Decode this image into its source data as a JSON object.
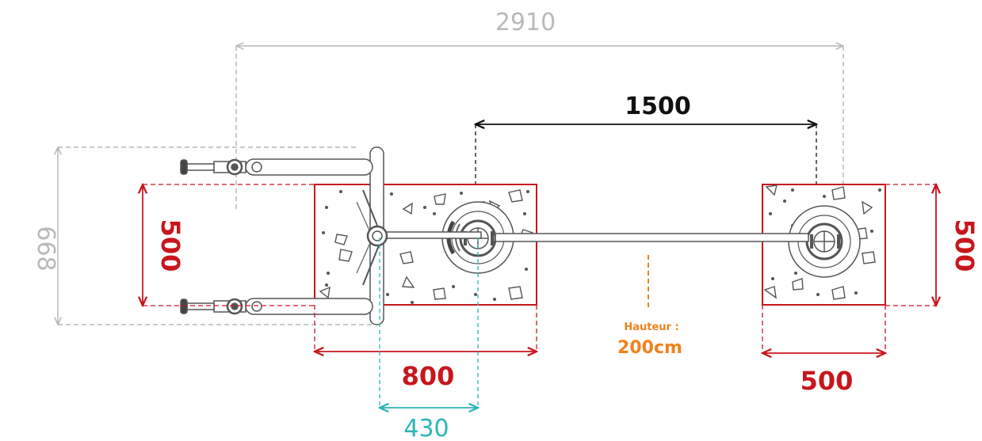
{
  "colors": {
    "gray": "#b9b9b9",
    "black": "#111111",
    "red": "#c8161d",
    "teal": "#2cb5b5",
    "orange": "#f0821e",
    "equipment": "#555555"
  },
  "dimensions": {
    "total_length": "2910",
    "post_spacing": "1500",
    "total_width": "668",
    "left_footing_width": "500",
    "right_footing_width": "500",
    "left_footing_length": "800",
    "right_footing_length": "500",
    "post_offset": "430"
  },
  "height": {
    "label": "Hauteur :",
    "value": "200cm"
  }
}
